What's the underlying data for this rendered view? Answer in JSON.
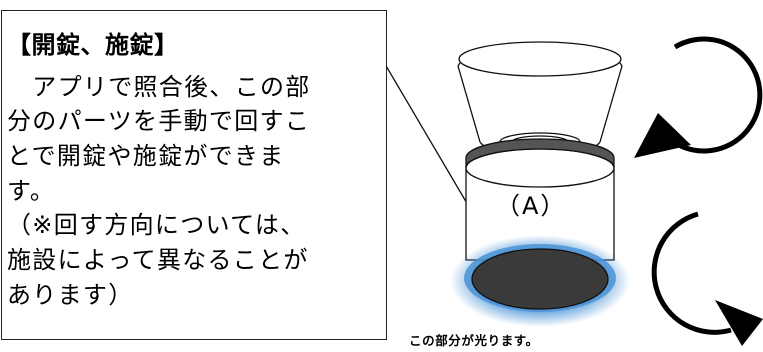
{
  "callout": {
    "title": "【開錠、施錠】",
    "lines": [
      "　アプリで照合後、この部",
      "分のパーツを手動で回すこ",
      "とで開錠や施錠ができま",
      "す。",
      "（※回す方向については、",
      "施設によって異なることが",
      "あります）"
    ]
  },
  "part_label": "（A）",
  "caption": "この部分が光ります。",
  "colors": {
    "glow": "#4a93d6",
    "cap": "#3a3a3a",
    "outline": "#111111"
  },
  "rotation_icons": [
    "rotate-counterclockwise-arrow-icon",
    "rotate-clockwise-arrow-icon"
  ]
}
